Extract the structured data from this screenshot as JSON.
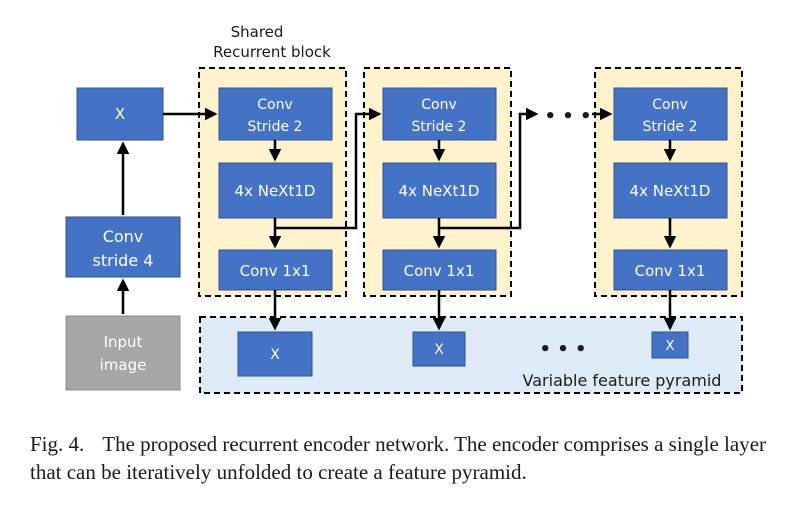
{
  "colors": {
    "block_fill": "#4472C4",
    "block_stroke": "#2F528F",
    "input_fill": "#A6A6A6",
    "recurrent_bg": "#FFF2CC",
    "pyramid_bg": "#DEEBF7",
    "arrow": "#000000"
  },
  "diagram": {
    "input_label": [
      "Input",
      "image"
    ],
    "conv_stride4_label": [
      "Conv",
      "stride 4"
    ],
    "x_label": "X",
    "shared_block_title": [
      "Shared",
      "Recurrent block"
    ],
    "block_conv_label": [
      "Conv",
      "Stride 2"
    ],
    "block_next_label": "4x NeXt1D",
    "block_conv1x1_label": "Conv 1x1",
    "ellipsis": "• • •",
    "pyramid_label": "Variable feature pyramid",
    "pyramid_x_label": "X"
  },
  "caption": {
    "fig_label": "Fig. 4.",
    "text": "The proposed recurrent encoder network. The encoder comprises a single layer that can be iteratively unfolded to create a feature pyramid."
  }
}
